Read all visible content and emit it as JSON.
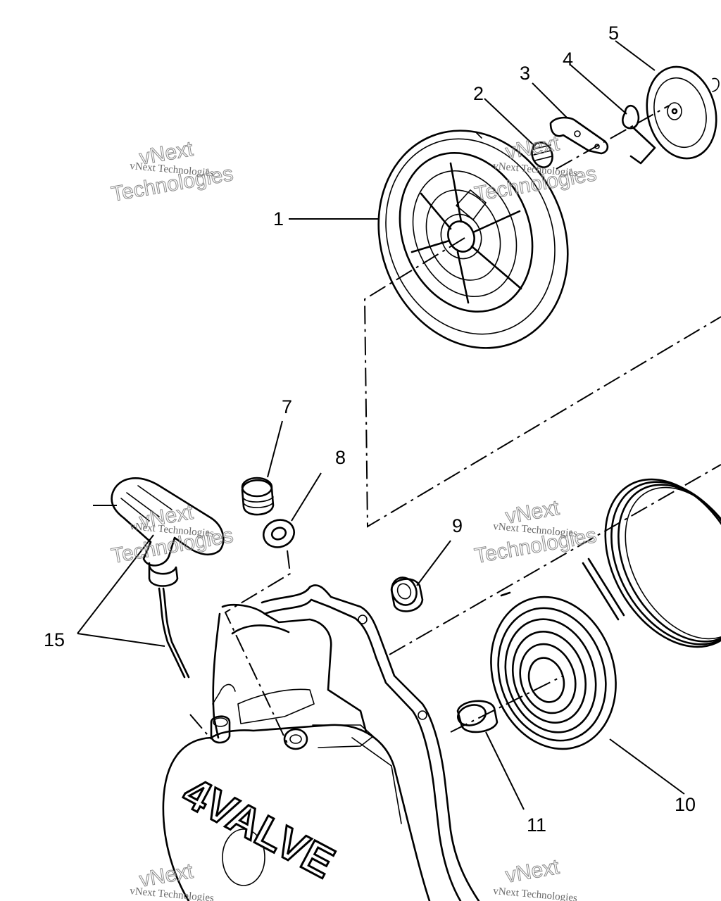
{
  "callouts": [
    "1",
    "2",
    "3",
    "4",
    "5",
    "7",
    "8",
    "9",
    "10",
    "11",
    "15"
  ],
  "engraving": "4VALVE",
  "watermark": {
    "small": "vNext Technologies",
    "big_line1": "vNext",
    "big_line2": "Technologies"
  }
}
